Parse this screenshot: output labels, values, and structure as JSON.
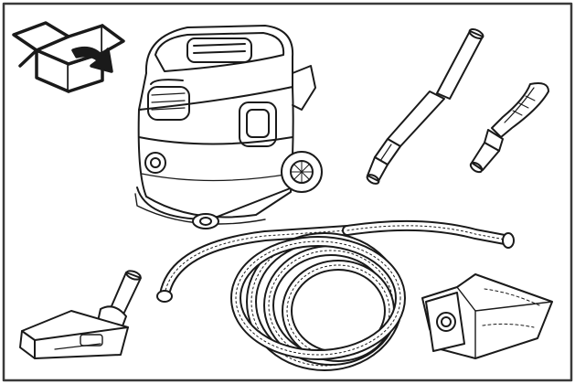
{
  "figure": {
    "kind": "package-contents illustration",
    "style": "black line art on white",
    "stroke_color": "#1a1a1a",
    "background_color": "#ffffff",
    "frame_color": "#3a3a3a"
  },
  "parts": [
    {
      "id": "unpack",
      "icon": "unpacking-box-icon"
    },
    {
      "id": "vacuum",
      "icon": "wet-dry-vacuum-icon"
    },
    {
      "id": "tubes",
      "icon": "extension-tubes-icon"
    },
    {
      "id": "elbow",
      "icon": "hose-elbow-handle-icon"
    },
    {
      "id": "nozzle",
      "icon": "floor-nozzle-icon"
    },
    {
      "id": "hose",
      "icon": "coiled-suction-hose-icon"
    },
    {
      "id": "bag",
      "icon": "filter-bag-icon"
    }
  ]
}
